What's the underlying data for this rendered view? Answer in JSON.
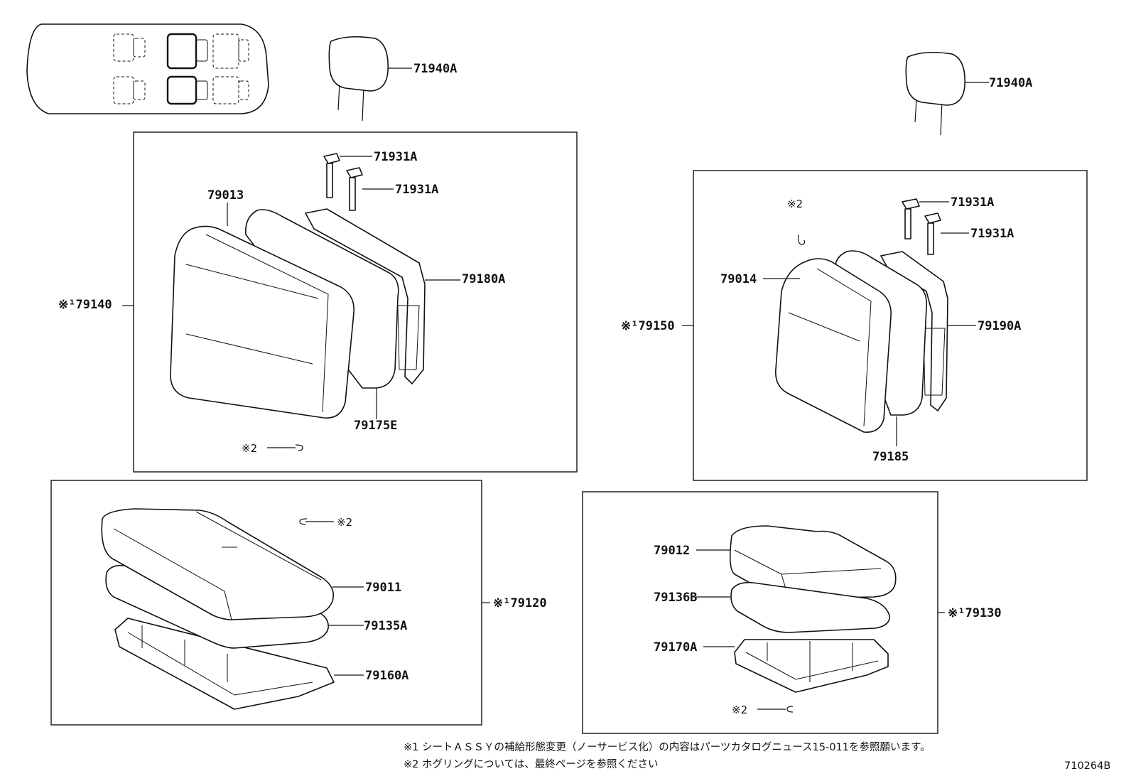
{
  "labels": {
    "headrest_left": "71940A",
    "headrest_right": "71940A",
    "support_l1": "71931A",
    "support_l2": "71931A",
    "support_r1": "71931A",
    "support_r2": "71931A",
    "back_cover_left": "79013",
    "back_frame_left": "79180A",
    "back_assy_left": "※¹79140",
    "back_pad_left": "79175E",
    "hog_left": "※2",
    "back_cover_right": "79014",
    "back_assy_right": "※¹79150",
    "back_frame_right": "79190A",
    "back_pad_right": "79185",
    "hog_right_top": "※2",
    "cushion_cover_left": "79011",
    "cushion_pad_left": "79135A",
    "cushion_frame_left": "79160A",
    "cushion_assy_left": "※¹79120",
    "hog_cushion_left": "※2",
    "cushion_cover_right": "79012",
    "cushion_pad_right": "79136B",
    "cushion_frame_right": "79170A",
    "cushion_assy_right": "※¹79130",
    "hog_cushion_right": "※2"
  },
  "notes": {
    "note1": "※1 シートＡＳＳＹの補給形態変更（ノーサービス化）の内容はパーツカタログニュース15-011を参照願います。",
    "note2": "※2 ホグリングについては、最終ページを参照ください"
  },
  "figure_id": "710264B"
}
